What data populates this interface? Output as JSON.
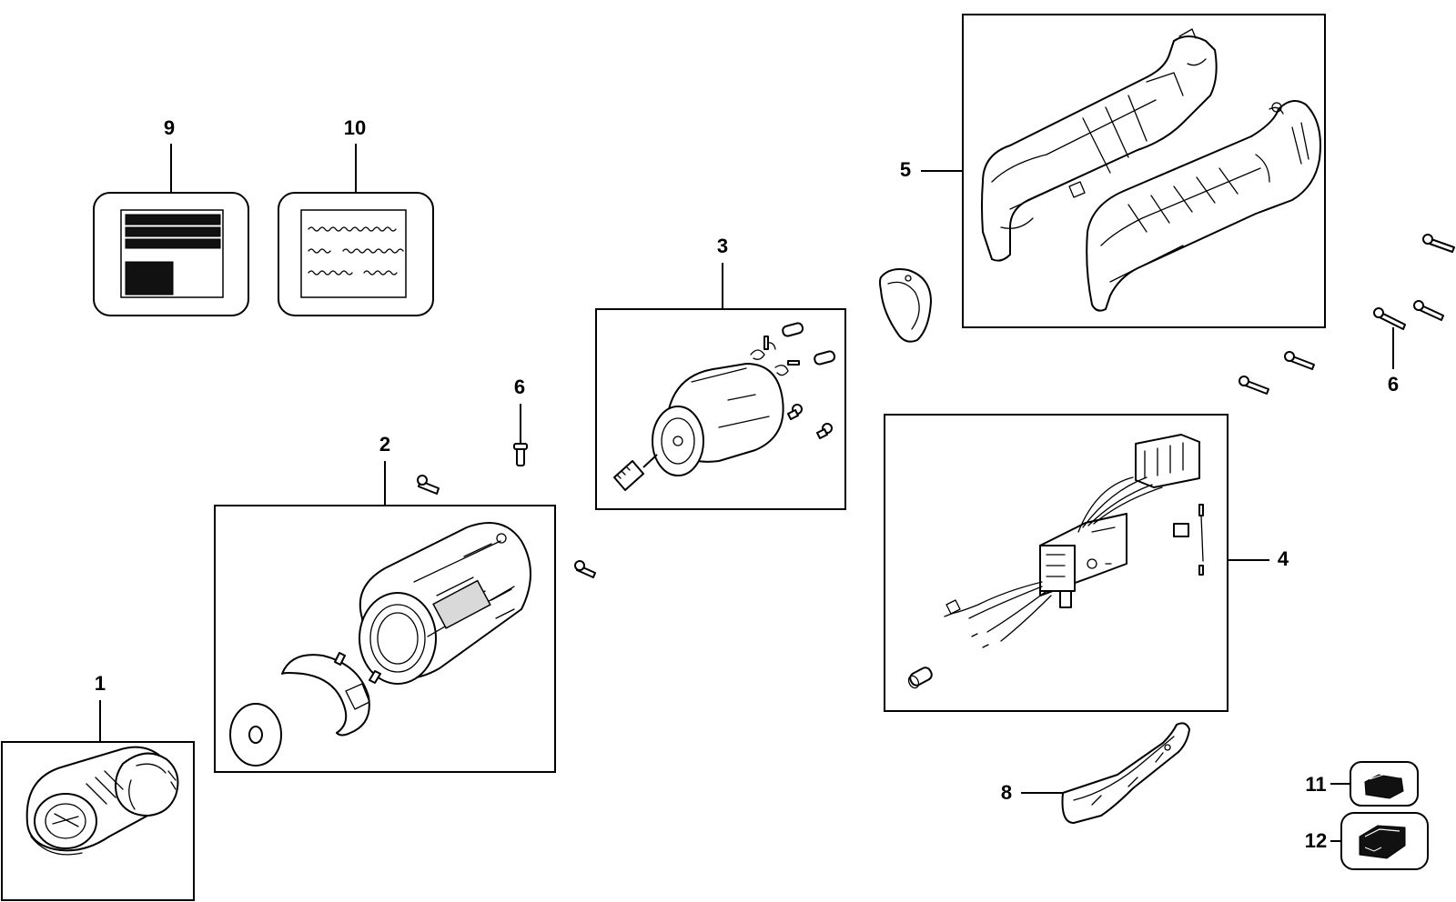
{
  "diagram": {
    "callouts": {
      "c1": "1",
      "c2": "2",
      "c3": "3",
      "c4": "4",
      "c5": "5",
      "c6a": "6",
      "c6b": "6",
      "c8": "8",
      "c9": "9",
      "c10": "10",
      "c11": "11",
      "c12": "12"
    }
  }
}
